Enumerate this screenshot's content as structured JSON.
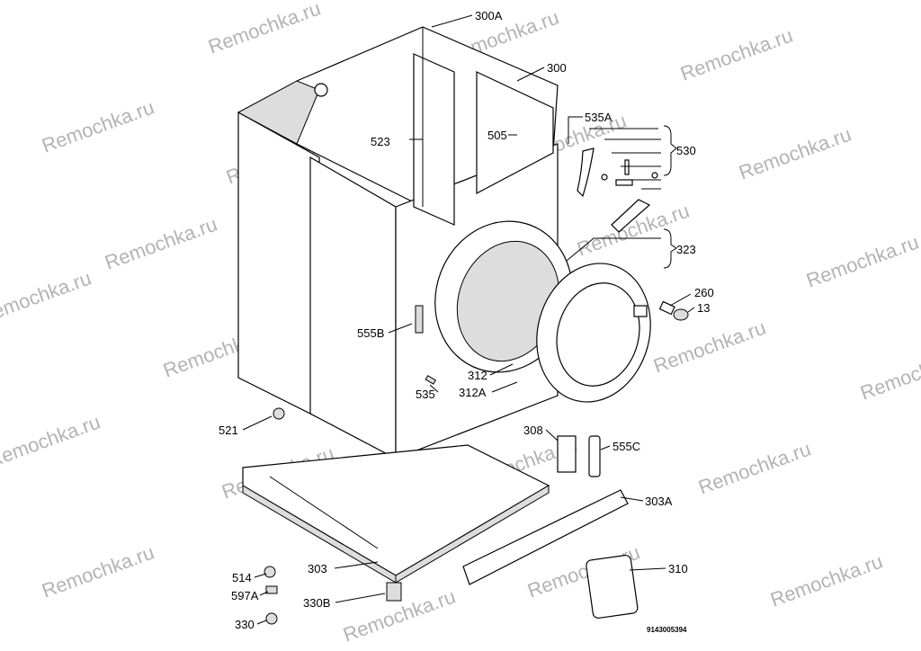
{
  "diagram": {
    "labels": {
      "l300a": "300A",
      "l300": "300",
      "l535a": "535A",
      "l530": "530",
      "l523": "523",
      "l505": "505",
      "l323": "323",
      "l260": "260",
      "l13": "13",
      "l555b": "555B",
      "l312": "312",
      "l312a": "312A",
      "l535": "535",
      "l521": "521",
      "l308": "308",
      "l555c": "555C",
      "l303a": "303A",
      "l310": "310",
      "l514": "514",
      "l303": "303",
      "l597a": "597A",
      "l330b": "330B",
      "l330": "330"
    },
    "document_number": "9143005394",
    "watermark": "Remochka.ru"
  }
}
